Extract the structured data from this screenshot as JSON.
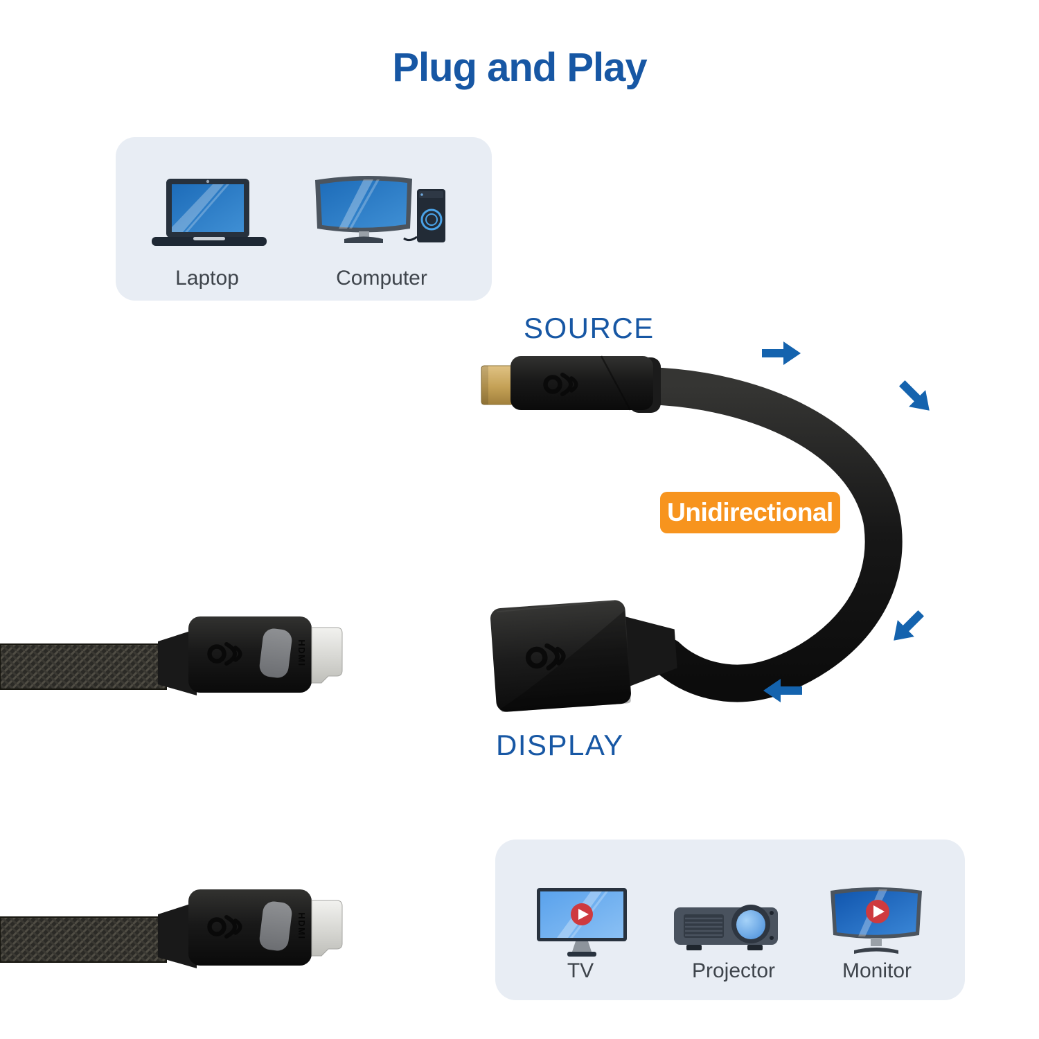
{
  "title": "Plug and Play",
  "flow": {
    "source_label": "SOURCE",
    "display_label": "DISPLAY",
    "badge_label": "Unidirectional",
    "arrow_icons": [
      "arrow-right-icon",
      "arrow-down-right-icon",
      "arrow-down-left-icon",
      "arrow-left-icon"
    ]
  },
  "source_panel": {
    "items": [
      {
        "icon": "laptop-icon",
        "label": "Laptop"
      },
      {
        "icon": "desktop-computer-icon",
        "label": "Computer"
      }
    ]
  },
  "display_panel": {
    "items": [
      {
        "icon": "tv-icon",
        "label": "TV"
      },
      {
        "icon": "projector-icon",
        "label": "Projector"
      },
      {
        "icon": "monitor-icon",
        "label": "Monitor"
      }
    ]
  },
  "adapter": {
    "male_connector": "mini-displayport-male-connector",
    "female_connector": "hdmi-female-connector",
    "brand_logo": "cable-matters-logo"
  },
  "cables": {
    "hdmi_connector_text": "HDMI"
  },
  "colors": {
    "title_blue": "#1757A4",
    "arrow_blue": "#1463AE",
    "badge_orange": "#F7941E",
    "badge_text": "#FFFFFF",
    "panel_bg": "#E8EDF4",
    "device_label_gray": "#3E444B",
    "connector_black": "#141414",
    "plug_gold": "#C8A85F",
    "plug_silver": "#DDDDD9",
    "play_button_red": "#CE3A3F"
  }
}
